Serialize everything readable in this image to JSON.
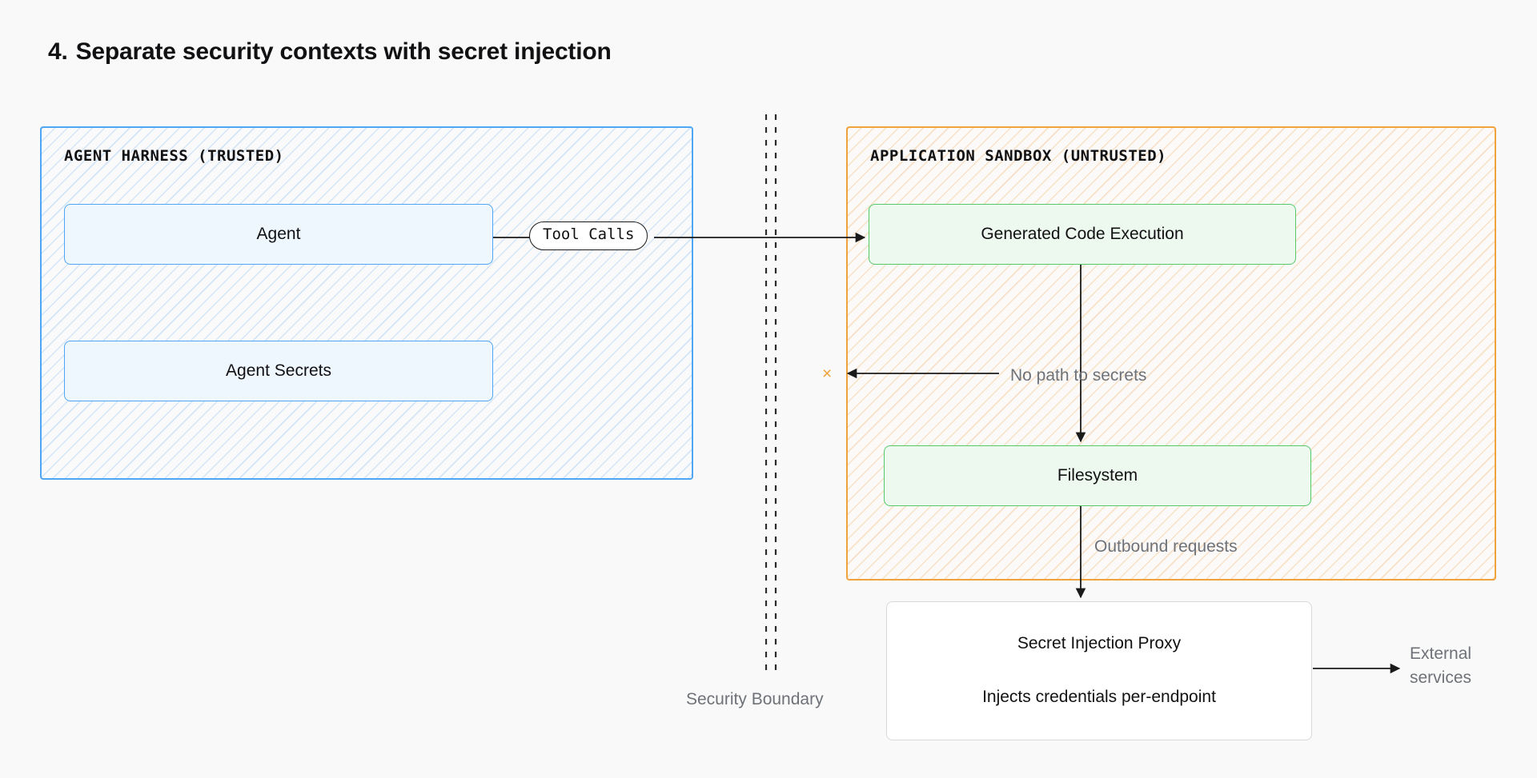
{
  "page": {
    "background_color": "#f9f9f9",
    "title_number": "4.",
    "title_text": "Separate security contexts with secret injection"
  },
  "colors": {
    "trusted_accent": "#4ea6f5",
    "untrusted_accent": "#f0a23c",
    "node_green": "#53c96a",
    "muted_text": "#6e7278",
    "ink": "#111113"
  },
  "zones": {
    "trusted": {
      "label": "AGENT HARNESS (TRUSTED)",
      "nodes": [
        {
          "label": "Agent"
        },
        {
          "label": "Agent Secrets"
        }
      ]
    },
    "untrusted": {
      "label": "APPLICATION SANDBOX (UNTRUSTED)",
      "nodes": [
        {
          "label": "Generated Code Execution"
        },
        {
          "label": "Filesystem"
        }
      ]
    }
  },
  "external_nodes": {
    "proxy": {
      "title": "Secret Injection Proxy",
      "subtitle": "Injects credentials per-endpoint"
    }
  },
  "edges": {
    "tool_calls": "Tool Calls",
    "no_path_to_secrets": "No path to secrets",
    "outbound_requests": "Outbound requests",
    "external_services": "External services"
  },
  "boundary": {
    "label": "Security Boundary",
    "marker_blocked": "×"
  }
}
